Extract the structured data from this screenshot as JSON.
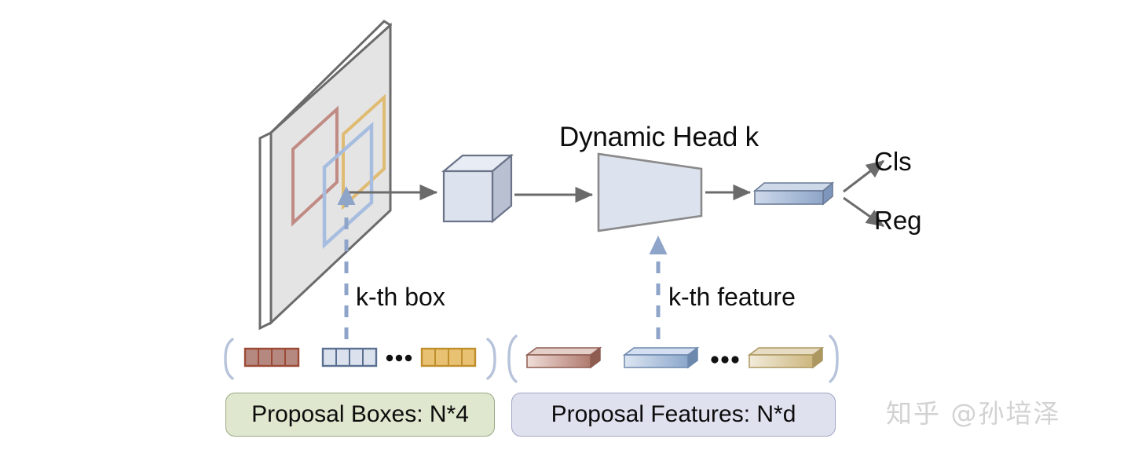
{
  "diagram": {
    "title_text": "Dynamic Head k",
    "annotations": {
      "kth_box": "k-th box",
      "kth_feature": "k-th feature"
    },
    "outputs": {
      "cls": "Cls",
      "reg": "Reg"
    },
    "tags": {
      "proposal_boxes": "Proposal Boxes: N*4",
      "proposal_features": "Proposal Features: N*d"
    },
    "ellipsis": "...",
    "watermark": "知乎 @孙培泽",
    "feature_map": {
      "name": "feature-map-plane",
      "fill": "#e4e4e4",
      "edge": "#6b6b6b",
      "boxes": [
        {
          "name": "proposal-box-red",
          "color": "#c08b84"
        },
        {
          "name": "proposal-box-yellow",
          "color": "#e0bb72"
        },
        {
          "name": "proposal-box-blue",
          "color": "#a6bde0"
        }
      ]
    },
    "roi_cube": {
      "name": "roi-feature-cube",
      "front": "#dde2ef",
      "top": "#e8ecf5",
      "side": "#b8c0d2",
      "edge": "#6b7389"
    },
    "head_shape": {
      "name": "dynamic-head-trapezoid",
      "fill": "#dde2ef",
      "edge": "#8a8a8a"
    },
    "output_bar": {
      "name": "output-feature-bar",
      "gradient_start": "#cfd9ea",
      "gradient_end": "#8fa6c8",
      "edge": "#6b7b96"
    },
    "arrows": {
      "solid_color": "#6b6b6b",
      "dashed_color": "#8ea4c8"
    },
    "bracket_color": "#b6c3da",
    "proposal_box_strips": [
      {
        "name": "box-strip-red",
        "fill": "#b58880",
        "edge": "#9c4a35",
        "cells": 4
      },
      {
        "name": "box-strip-blue",
        "fill": "#dbe2ee",
        "edge": "#5b7091",
        "cells": 4
      },
      {
        "name": "box-strip-yellow",
        "fill": "#e9c172",
        "edge": "#bf8f2e",
        "cells": 4
      }
    ],
    "proposal_feature_bars": [
      {
        "name": "feature-bar-red",
        "start": "#efdcd7",
        "end": "#b07a6e",
        "side": "#8e5c50",
        "top": "#e3cec8"
      },
      {
        "name": "feature-bar-blue",
        "start": "#dde6f2",
        "end": "#8ba7cc",
        "side": "#6d88ad",
        "top": "#d3def0"
      },
      {
        "name": "feature-bar-yellow",
        "start": "#efe8d5",
        "end": "#cdb77f",
        "side": "#ad9760",
        "top": "#e6dcc3"
      }
    ]
  }
}
